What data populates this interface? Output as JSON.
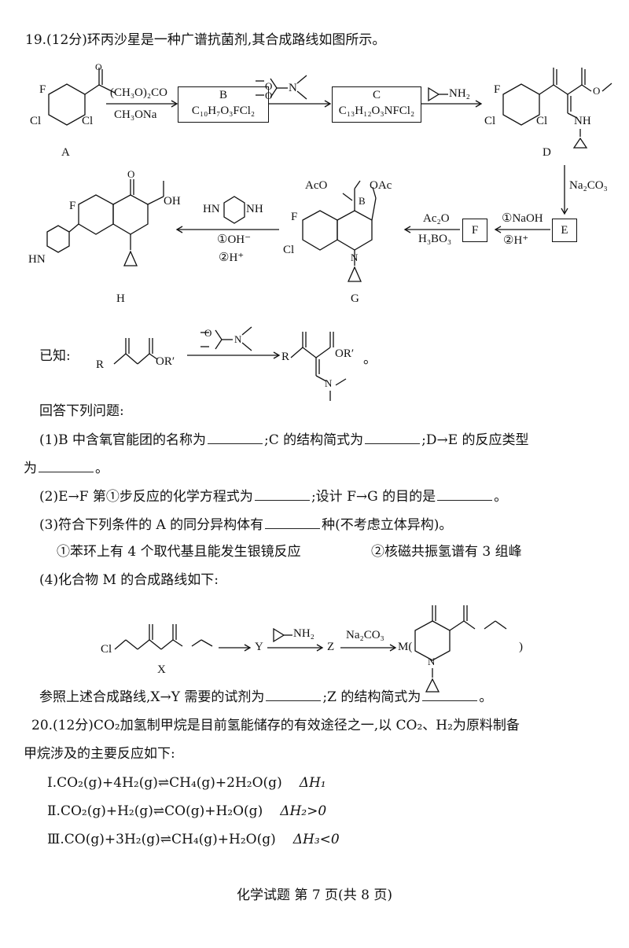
{
  "q19": {
    "title": "19.(12分)环丙沙星是一种广谱抗菌剂,其合成路线如图所示。",
    "scheme": {
      "A": "A",
      "B": "B",
      "B_formula": "C₁₀H₇O₃FCl₂",
      "C": "C",
      "C_formula": "C₁₃H₁₂O₃NFCl₂",
      "D": "D",
      "E": "E",
      "F": "F",
      "G": "G",
      "H": "H",
      "reagent_AB_top": "(CH₃O)₂CO",
      "reagent_AB_bottom": "CH₃ONa",
      "reagent_CD": "NH₂",
      "reagent_DE": "Na₂CO₃",
      "reagent_EF_1": "①NaOH",
      "reagent_EF_2": "②H⁺",
      "reagent_FG_top": "Ac₂O",
      "reagent_FG_bottom": "H₃BO₃",
      "reagent_GH_1": "①OH⁻",
      "reagent_GH_2": "②H⁺",
      "atoms": {
        "F": "F",
        "Cl": "Cl",
        "O": "O",
        "N": "N",
        "NH": "NH",
        "HN": "HN",
        "OH": "OH",
        "B": "B",
        "AcO": "AcO",
        "OAc": "OAc"
      }
    },
    "known_label": "已知:",
    "known_R": "R",
    "known_OR": "OR′",
    "known_end": "。",
    "answer_intro": "回答下列问题:",
    "p1a": "(1)B 中含氧官能团的名称为",
    "p1b": ";C 的结构简式为",
    "p1c": ";D→E 的反应类型",
    "p1d": "为",
    "p1e": "。",
    "p2a": "(2)E→F 第①步反应的化学方程式为",
    "p2b": ";设计 F→G 的目的是",
    "p2c": "。",
    "p3a": "(3)符合下列条件的 A 的同分异构体有",
    "p3b": "种(不考虑立体异构)。",
    "cond1": "①苯环上有 4 个取代基且能发生银镜反应",
    "cond2": "②核磁共振氢谱有 3 组峰",
    "p4": "(4)化合物 M 的合成路线如下:",
    "m_scheme": {
      "Cl": "Cl",
      "X": "X",
      "Y": "Y",
      "Z": "Z",
      "M": "M(",
      "M_close": ")",
      "reagent_YZ": "NH₂",
      "reagent_ZM": "Na₂CO₃"
    },
    "p5a": "参照上述合成路线,X→Y 需要的试剂为",
    "p5b": ";Z 的结构简式为",
    "p5c": "。"
  },
  "q20": {
    "intro1": "20.(12分)CO₂加氢制甲烷是目前氢能储存的有效途径之一,以 CO₂、H₂为原料制备",
    "intro2": "甲烷涉及的主要反应如下:",
    "r1": "Ⅰ.CO₂(g)+4H₂(g)⇌CH₄(g)+2H₂O(g)",
    "r1dh": "ΔH₁",
    "r2": "Ⅱ.CO₂(g)+H₂(g)⇌CO(g)+H₂O(g)",
    "r2dh": "ΔH₂>0",
    "r3": "Ⅲ.CO(g)+3H₂(g)⇌CH₄(g)+H₂O(g)",
    "r3dh": "ΔH₃<0"
  },
  "footer": "化学试题 第 7 页(共 8 页)"
}
